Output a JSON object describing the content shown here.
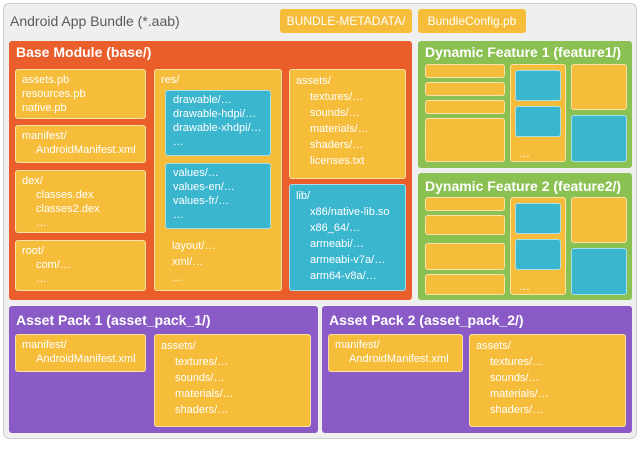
{
  "bundle": {
    "title": "Android App Bundle (*.aab)",
    "metadata_label": "BUNDLE-METADATA/",
    "config_label": "BundleConfig.pb"
  },
  "base_module": {
    "title": "Base Module (base/)",
    "root_files": [
      "assets.pb",
      "resources.pb",
      "native.pb"
    ],
    "manifest": [
      "manifest/",
      "AndroidManifest.xml"
    ],
    "dex": [
      "dex/",
      "classes.dex",
      "classes2.dex",
      "…"
    ],
    "root": [
      "root/",
      "com/…",
      "…"
    ],
    "res_label": "res/",
    "res_drawable": [
      "drawable/…",
      "drawable-hdpi/…",
      "drawable-xhdpi/…",
      "…"
    ],
    "res_values": [
      "values/…",
      "values-en/…",
      "values-fr/…",
      "…"
    ],
    "res_other": [
      "layout/…",
      "xml/…",
      "…"
    ],
    "assets": [
      "assets/",
      "textures/…",
      "sounds/…",
      "materials/…",
      "shaders/…",
      "licenses.txt"
    ],
    "lib": [
      "lib/",
      "x86/native-lib.so",
      "x86_64/…",
      "armeabi/…",
      "armeabi-v7a/…",
      "arm64-v8a/…"
    ]
  },
  "feature1": {
    "title": "Dynamic Feature 1 (feature1/)",
    "ellipsis": "…"
  },
  "feature2": {
    "title": "Dynamic Feature 2 (feature2/)",
    "ellipsis": "…"
  },
  "asset_pack_1": {
    "title": "Asset Pack 1 (asset_pack_1/)",
    "manifest": [
      "manifest/",
      "AndroidManifest.xml"
    ],
    "assets": [
      "assets/",
      "textures/…",
      "sounds/…",
      "materials/…",
      "shaders/…"
    ]
  },
  "asset_pack_2": {
    "title": "Asset Pack 2 (asset_pack_2/)",
    "manifest": [
      "manifest/",
      "AndroidManifest.xml"
    ],
    "assets": [
      "assets/",
      "textures/…",
      "sounds/…",
      "materials/…",
      "shaders/…"
    ]
  },
  "colors": {
    "base_module": "#ea5e2b",
    "dynamic_feature": "#8bc152",
    "asset_pack": "#8a5ac6",
    "folder": "#f6bd3b",
    "resource_folder": "#3bb6cf"
  }
}
